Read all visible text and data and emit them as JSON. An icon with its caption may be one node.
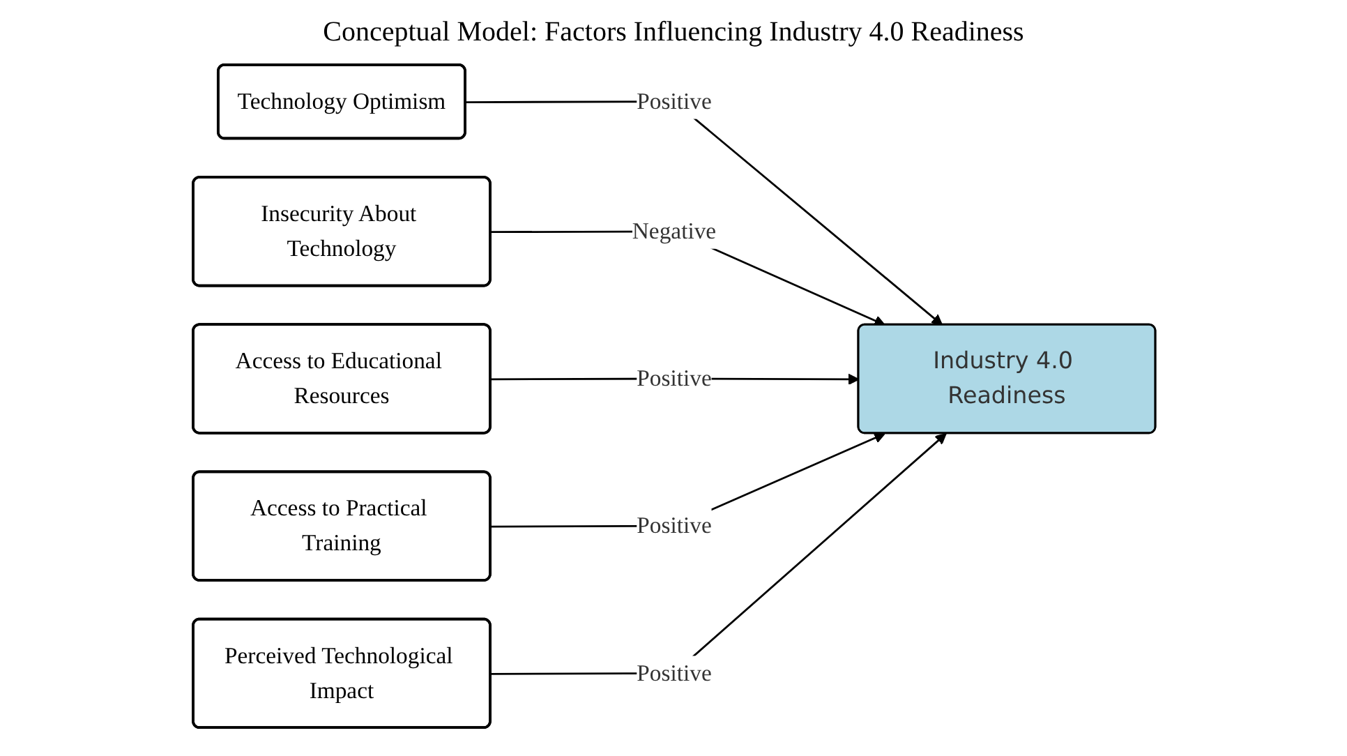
{
  "diagram": {
    "title": "Conceptual Model: Factors Influencing Industry 4.0 Readiness",
    "nodes": [
      {
        "text": [
          "Technology Optimism"
        ]
      },
      {
        "text": [
          "Insecurity About Technology"
        ]
      },
      {
        "text": [
          "Access to Educational Resources"
        ]
      },
      {
        "text": [
          "Access to Practical Training"
        ]
      },
      {
        "text": [
          "Perceived Technological Impact"
        ]
      },
      {
        "text": [
          "Industry 4.0 Readiness"
        ]
      }
    ],
    "edges": [
      {
        "from": 0,
        "to": 5,
        "arrow": "to",
        "label": "Positive"
      },
      {
        "from": 1,
        "to": 5,
        "arrow": "to",
        "label": "Negative"
      },
      {
        "from": 2,
        "to": 5,
        "arrow": "to",
        "label": "Positive"
      },
      {
        "from": 3,
        "to": 5,
        "arrow": "to",
        "label": "Positive"
      },
      {
        "from": 4,
        "to": 5,
        "arrow": "to",
        "label": "Positive"
      }
    ]
  }
}
